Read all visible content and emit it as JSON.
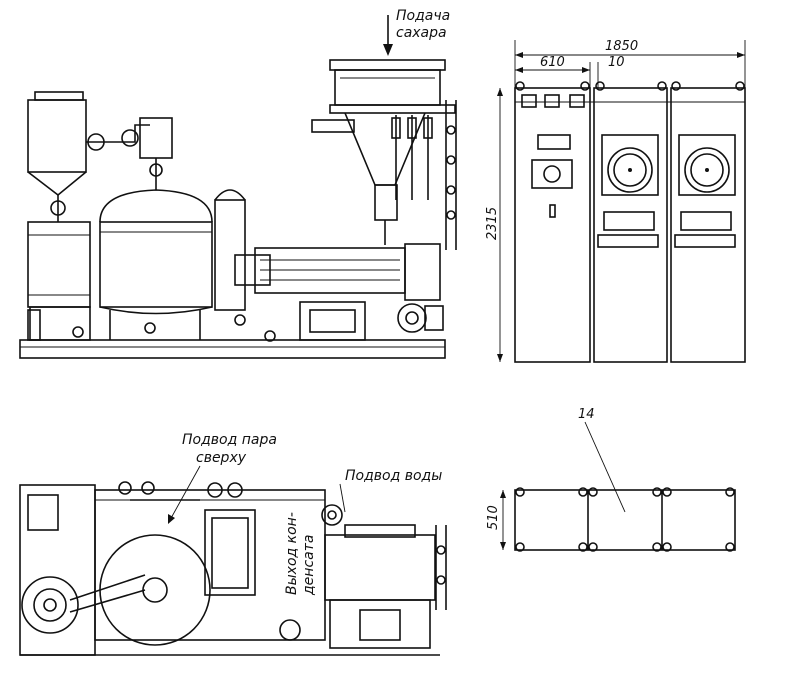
{
  "labels": {
    "sugar_feed": [
      "Подача",
      "сахара"
    ],
    "steam_inlet": [
      "Подвод пара",
      "сверху"
    ],
    "water_inlet": "Подвод воды",
    "condensate_outlet": [
      "Выход кон-",
      "денсата"
    ]
  },
  "dimensions": {
    "cabinet_total_width": "1850",
    "cabinet_section_width": "610",
    "cabinet_gap": "10",
    "cabinet_height": "2315",
    "plan_depth": "510",
    "plan_callout": "14"
  }
}
